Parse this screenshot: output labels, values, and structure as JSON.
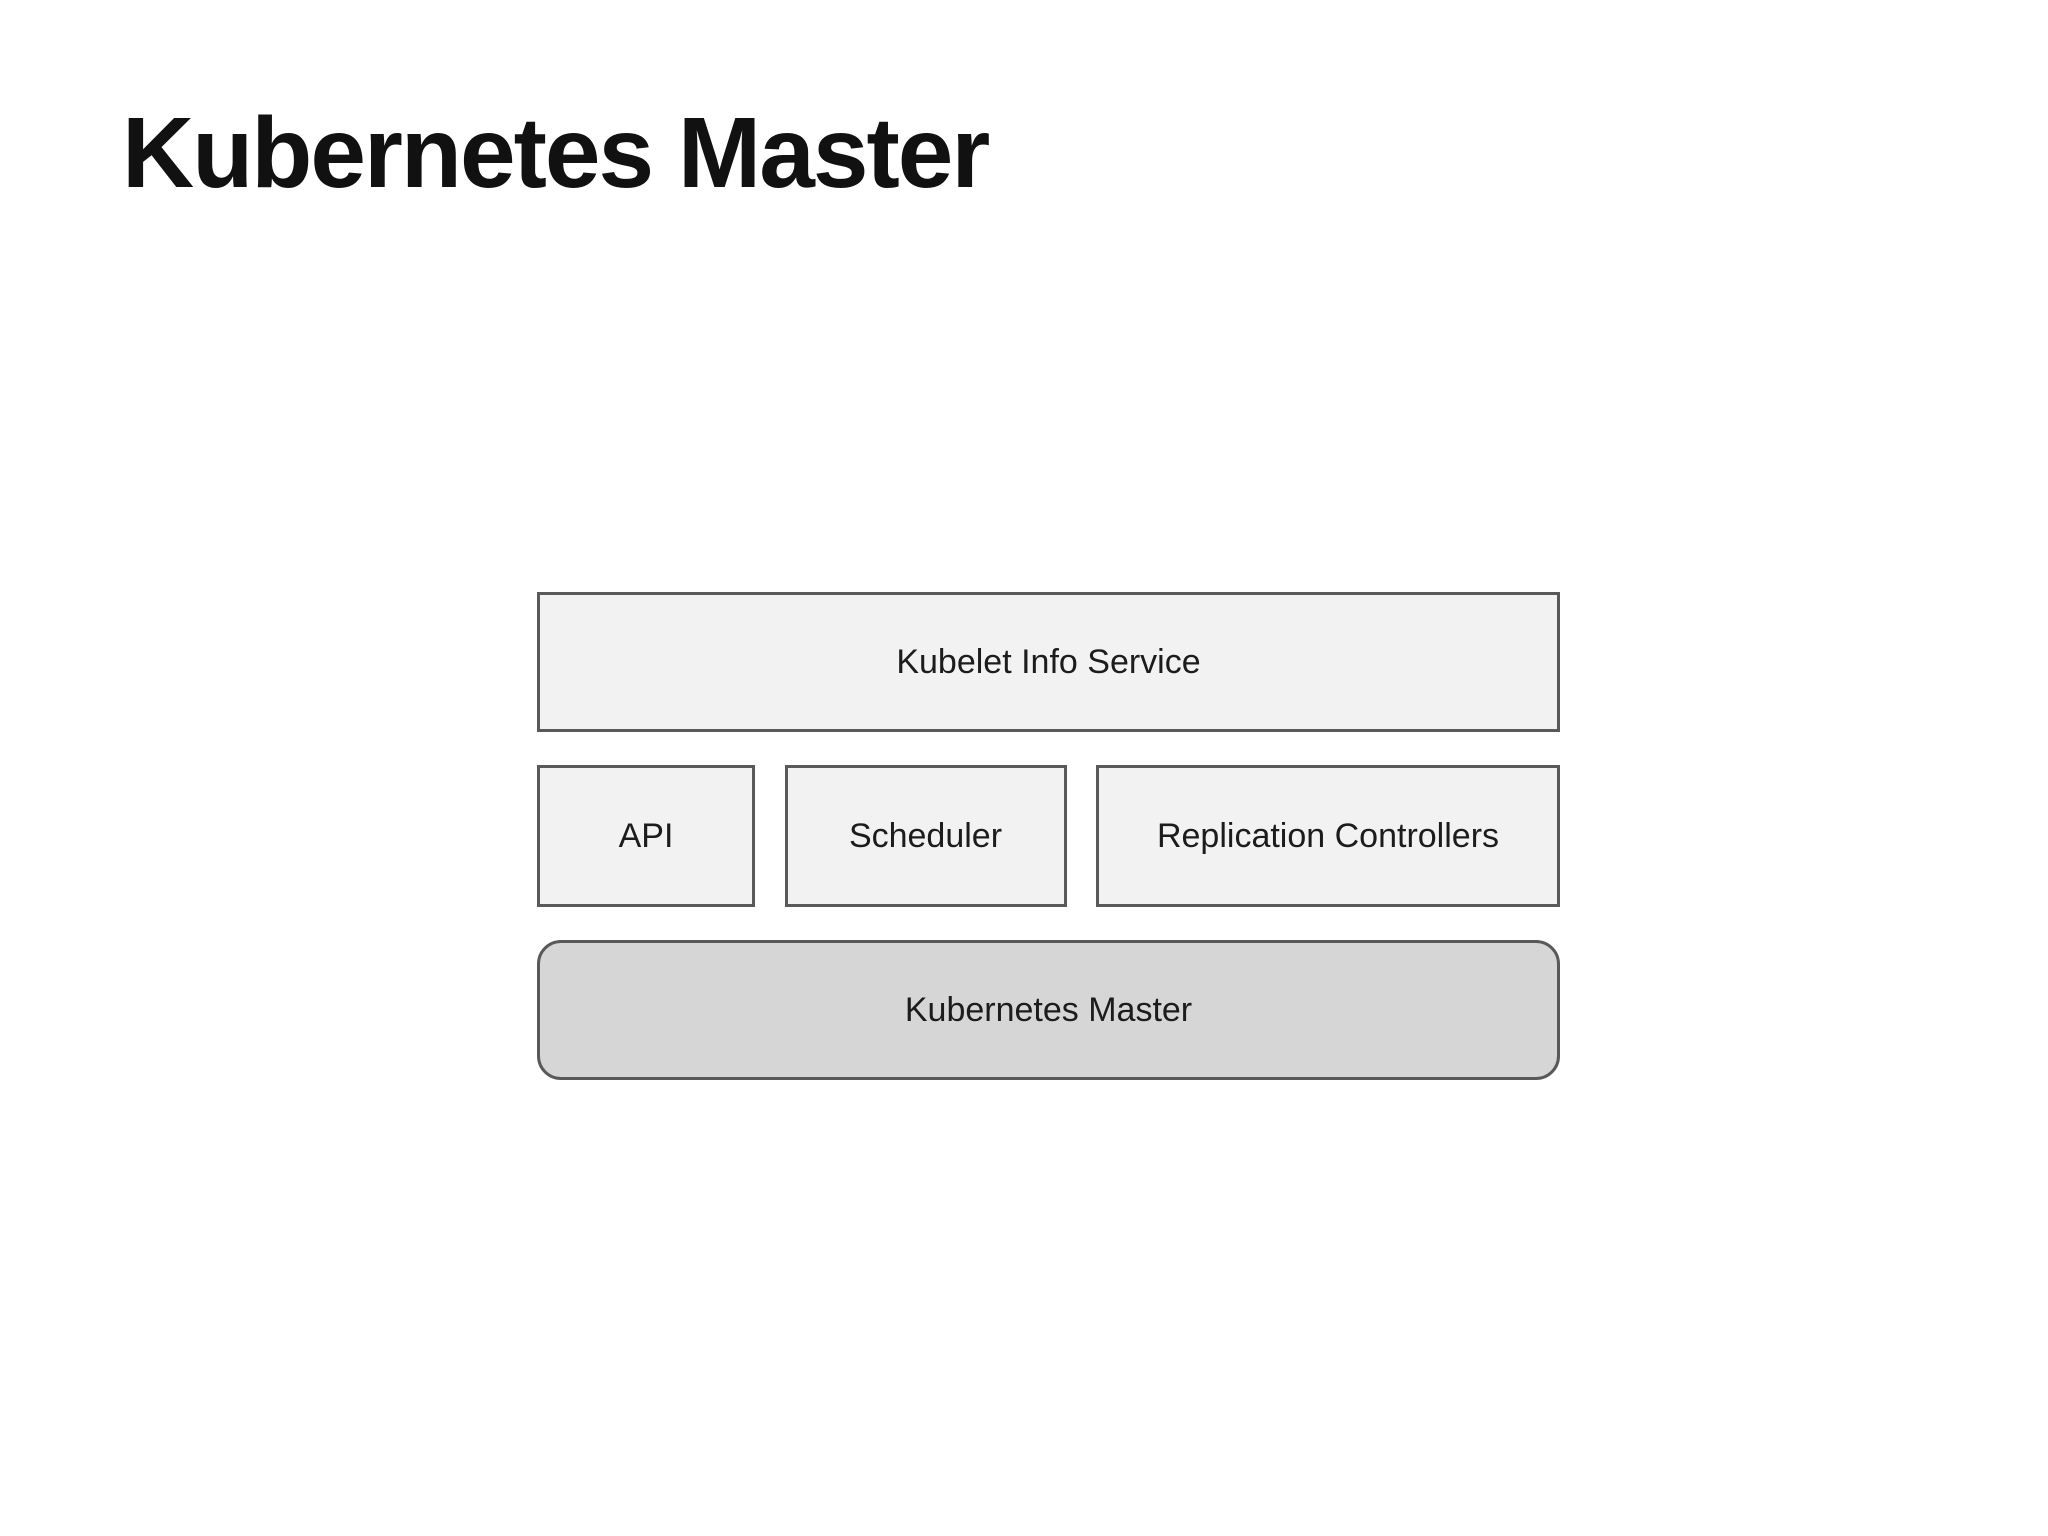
{
  "title": "Kubernetes Master",
  "colors": {
    "background": "#ffffff",
    "title_color": "#111111",
    "box_fill_light": "#f2f2f2",
    "box_fill_dark": "#d6d6d6",
    "box_border": "#595959",
    "box_text": "#1c1c1c"
  },
  "diagram": {
    "top_box": {
      "label": "Kubelet Info Service"
    },
    "middle_row": [
      {
        "label": "API"
      },
      {
        "label": "Scheduler"
      },
      {
        "label": "Replication Controllers"
      }
    ],
    "bottom_box": {
      "label": "Kubernetes Master"
    }
  }
}
